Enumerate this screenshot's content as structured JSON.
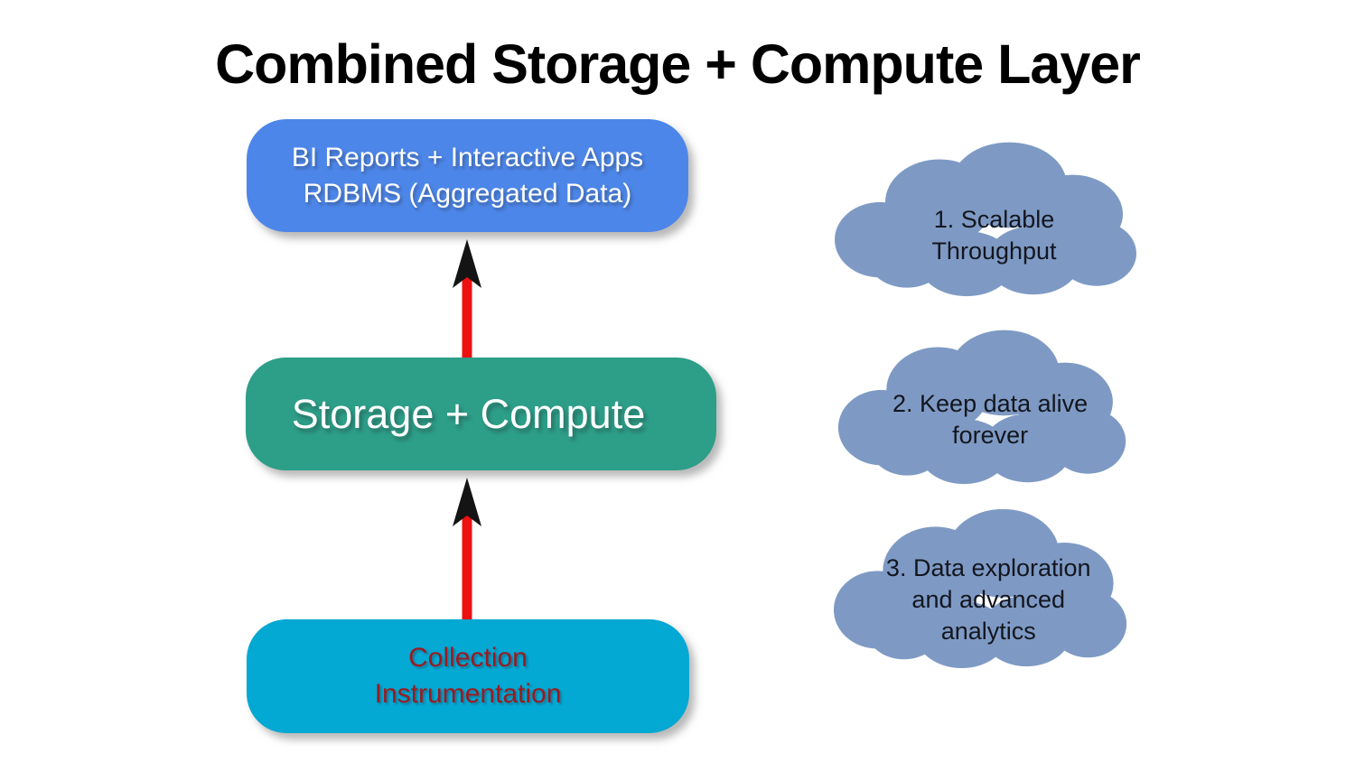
{
  "title": "Combined Storage + Compute Layer",
  "colors": {
    "background": "#ffffff",
    "title_text": "#000000",
    "bi_box_fill": "#4d86e9",
    "storage_box_fill": "#2d9e88",
    "collection_box_fill": "#03a8d3",
    "collection_text": "#9a1b20",
    "white_box_text": "#ffffff",
    "cloud_fill": "#7e9ac4",
    "cloud_text": "#13161f",
    "arrow_shaft": "#ed1111",
    "arrow_head": "#141414"
  },
  "flow": {
    "boxes": [
      {
        "name": "bi-reports",
        "lines": [
          "BI Reports + Interactive Apps",
          "RDBMS (Aggregated Data)"
        ],
        "fill": "#4d86e9",
        "text_color": "#ffffff"
      },
      {
        "name": "storage-compute",
        "lines": [
          "Storage + Compute"
        ],
        "fill": "#2d9e88",
        "text_color": "#ffffff"
      },
      {
        "name": "collection-instrumentation",
        "lines": [
          "Collection",
          "Instrumentation"
        ],
        "fill": "#03a8d3",
        "text_color": "#9a1b20"
      }
    ],
    "arrows": [
      {
        "from": "storage-compute",
        "to": "bi-reports",
        "shaft_color": "#ed1111",
        "head_color": "#141414"
      },
      {
        "from": "collection-instrumentation",
        "to": "storage-compute",
        "shaft_color": "#ed1111",
        "head_color": "#141414"
      }
    ]
  },
  "clouds": [
    {
      "name": "cloud-1",
      "lines": [
        "1. Scalable",
        "Throughput"
      ],
      "fill": "#7e9ac4"
    },
    {
      "name": "cloud-2",
      "lines": [
        "2. Keep data alive",
        "forever"
      ],
      "fill": "#7e9ac4"
    },
    {
      "name": "cloud-3",
      "lines": [
        "3. Data exploration",
        "and advanced",
        "analytics"
      ],
      "fill": "#7e9ac4"
    }
  ]
}
